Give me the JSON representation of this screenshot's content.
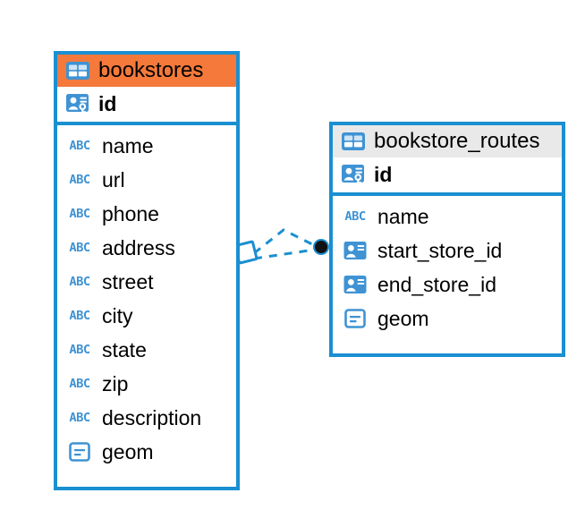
{
  "diagram": {
    "type": "entity-relationship-diagram",
    "background": "#ffffff",
    "colors": {
      "border": "#1a8fd1",
      "header_accent": "#f4793b",
      "header_neutral": "#e9e9e9",
      "icon_blue": "#3f93d4",
      "connector": "#1a8fd1",
      "connector_endpoint": "#111111",
      "text": "#000000"
    }
  },
  "entities": [
    {
      "name": "bookstores",
      "header_style": "accent",
      "header_icon": "table-icon",
      "primary_key": {
        "label": "id",
        "icon": "primary-key-icon"
      },
      "fields": [
        {
          "label": "name",
          "icon": "abc-icon",
          "type": "text"
        },
        {
          "label": "url",
          "icon": "abc-icon",
          "type": "text"
        },
        {
          "label": "phone",
          "icon": "abc-icon",
          "type": "text"
        },
        {
          "label": "address",
          "icon": "abc-icon",
          "type": "text"
        },
        {
          "label": "street",
          "icon": "abc-icon",
          "type": "text"
        },
        {
          "label": "city",
          "icon": "abc-icon",
          "type": "text"
        },
        {
          "label": "state",
          "icon": "abc-icon",
          "type": "text"
        },
        {
          "label": "zip",
          "icon": "abc-icon",
          "type": "text"
        },
        {
          "label": "description",
          "icon": "abc-icon",
          "type": "text"
        },
        {
          "label": "geom",
          "icon": "geometry-icon",
          "type": "geometry"
        }
      ]
    },
    {
      "name": "bookstore_routes",
      "header_style": "neutral",
      "header_icon": "table-icon",
      "primary_key": {
        "label": "id",
        "icon": "primary-key-icon"
      },
      "fields": [
        {
          "label": "name",
          "icon": "abc-icon",
          "type": "text"
        },
        {
          "label": "start_store_id",
          "icon": "foreign-key-icon",
          "type": "reference"
        },
        {
          "label": "end_store_id",
          "icon": "foreign-key-icon",
          "type": "reference"
        },
        {
          "label": "geom",
          "icon": "geometry-icon",
          "type": "geometry"
        }
      ]
    }
  ],
  "relationship": {
    "name": "bookstores-to-bookstore-routes",
    "style": "dashed",
    "source_marker": "diamond-outline",
    "target_marker": "filled-circle"
  },
  "icon_text": {
    "abc": "ABC"
  }
}
